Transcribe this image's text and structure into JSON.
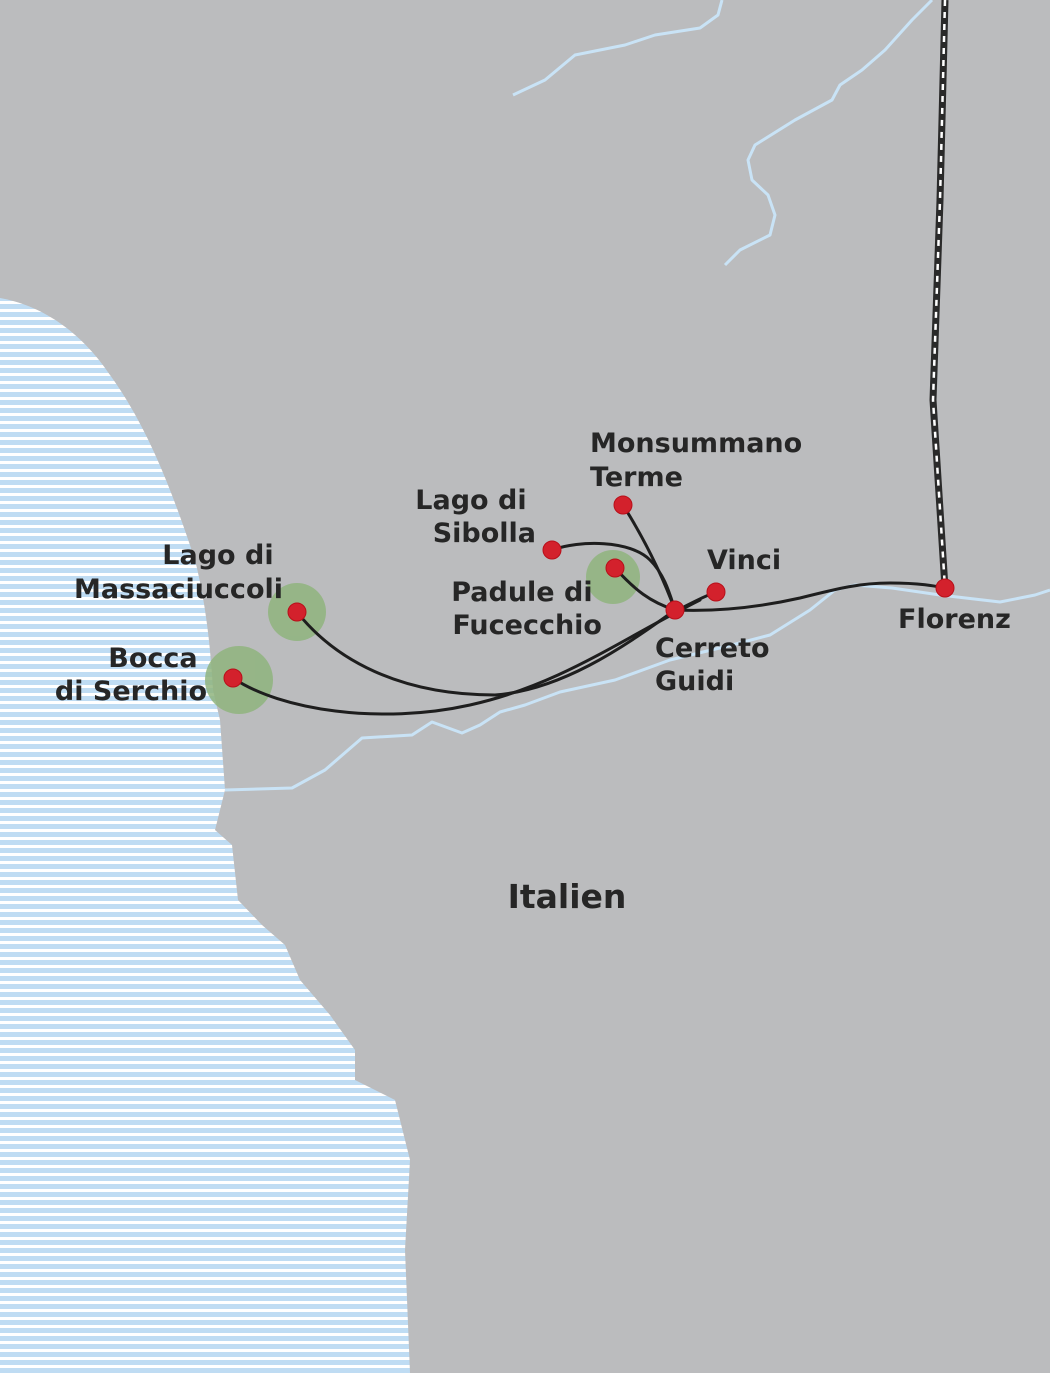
{
  "map": {
    "country_label": "Italien",
    "colors": {
      "land": "#bbbcbe",
      "sea_base": "#ffffff",
      "sea_stripe": "#bfdcf3",
      "river": "#c9e3f6",
      "route": "#1e1e1e",
      "stop": "#d3212c",
      "nature_highlight": "#8fb47e"
    },
    "places": [
      {
        "id": "monsummano",
        "lines": [
          "Monsummano",
          "Terme"
        ]
      },
      {
        "id": "sibolla",
        "lines": [
          "Lago di",
          "Sibolla"
        ]
      },
      {
        "id": "vinci",
        "lines": [
          "Vinci"
        ]
      },
      {
        "id": "massaciuccoli",
        "lines": [
          "Lago di",
          "Massaciuccoli"
        ]
      },
      {
        "id": "fucecchio",
        "lines": [
          "Padule di",
          "Fucecchio"
        ]
      },
      {
        "id": "florenz",
        "lines": [
          "Florenz"
        ]
      },
      {
        "id": "bocca",
        "lines": [
          "Bocca",
          "di Serchio"
        ]
      },
      {
        "id": "cerreto",
        "lines": [
          "Cerreto",
          "Guidi"
        ]
      }
    ]
  }
}
